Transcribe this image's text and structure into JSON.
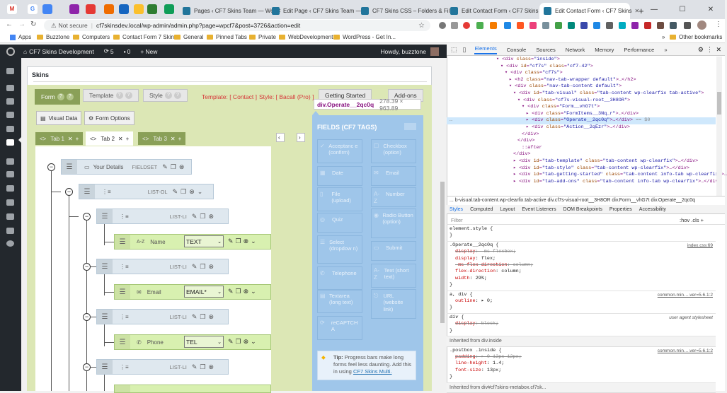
{
  "browser": {
    "tabs": [
      {
        "label": "Pages ‹ CF7 Skins Team — Wo",
        "color": "#21759b"
      },
      {
        "label": "Edit Page ‹ CF7 Skins Team —",
        "color": "#21759b"
      },
      {
        "label": "CF7 Skins CSS – Folders & Fil",
        "color": "#21759b"
      },
      {
        "label": "Edit Contact Form ‹ CF7 Skins",
        "color": "#21759b"
      },
      {
        "label": "Edit Contact Form ‹ CF7 Skins",
        "color": "#21759b"
      }
    ],
    "icon_tabs": [
      "M",
      "G",
      "",
      "",
      "",
      "",
      "",
      "",
      ""
    ],
    "new_tab": "+",
    "not_secure": "Not secure",
    "url": "cf7skinsdev.local/wp-admin/admin.php?page=wpcf7&post=3726&action=edit",
    "bookmarks": [
      "Apps",
      "Buzztone",
      "Computers",
      "Contact Form 7 Skins",
      "General",
      "Pinned Tabs",
      "Private",
      "WebDevelopment",
      "WordPress - Get In..."
    ],
    "other_bookmarks": "Other bookmarks",
    "overflow": "»"
  },
  "wp": {
    "site": "CF7 Skins Development",
    "updates": "5",
    "comments": "0",
    "new": "New",
    "howdy": "Howdy, buzztone",
    "box_title": "Skins",
    "steps": {
      "form": "Form",
      "template": "Template",
      "style": "Style",
      "getting_started": "Getting Started",
      "add_ons": "Add-ons"
    },
    "template_info": "Template: [ Contact ]",
    "style_info": "Style: [ Bacall (Pro) ]",
    "visual_data": "Visual Data",
    "form_options": "Form Options",
    "subtabs": [
      "Tab 1",
      "Tab 2",
      "Tab 3"
    ],
    "nodes": {
      "fieldset_label": "Your Details",
      "fieldset_tag": "FIELDSET",
      "list_ol": "LIST-OL",
      "list_li": "LIST-LI",
      "name": "Name",
      "name_type": "TEXT",
      "email": "Email",
      "email_type": "EMAIL*",
      "phone": "Phone",
      "phone_type": "TEL"
    },
    "tooltip": {
      "selector": "div.Operate__2qc0q",
      "size": "278.39 × 963.89"
    },
    "fields_title": "FIELDS (CF7 TAGS)",
    "fields": [
      [
        "Acceptanc e (confirm)",
        "Checkbox (option)"
      ],
      [
        "Date",
        "Email"
      ],
      [
        "File (upload)",
        "Number"
      ],
      [
        "Quiz",
        "Radio Button (option)"
      ],
      [
        "Select (dropdow n)",
        "Submit"
      ],
      [
        "Telephone",
        "Text (short text)"
      ],
      [
        "Textarea (long text)",
        "URL (website link)"
      ],
      [
        "reCAPTCH A",
        ""
      ]
    ],
    "tip_bold": "Tip:",
    "tip_text": "Progress bars make long forms feel less daunting. Add this in using",
    "tip_link": "CF7 Skins Multi."
  },
  "devtools": {
    "tabs": [
      "Elements",
      "Console",
      "Sources",
      "Network",
      "Memory",
      "Performance",
      "»"
    ],
    "breadcrumb": "... b-visual.tab-content.wp-clearfix.tab-active   div.cf7s-visual-root__3H8OR   div.Form__vhG7t   div.Operate__2qc0q",
    "style_tabs": [
      "Styles",
      "Computed",
      "Layout",
      "Event Listeners",
      "DOM Breakpoints",
      "Properties",
      "Accessibility"
    ],
    "filter": "Filter",
    "hov": ":hov  .cls  +",
    "inherited_inside": "Inherited from div.inside",
    "inherited_metabox": "Inherited from div#cf7skins-metabox.cf7sk..."
  }
}
